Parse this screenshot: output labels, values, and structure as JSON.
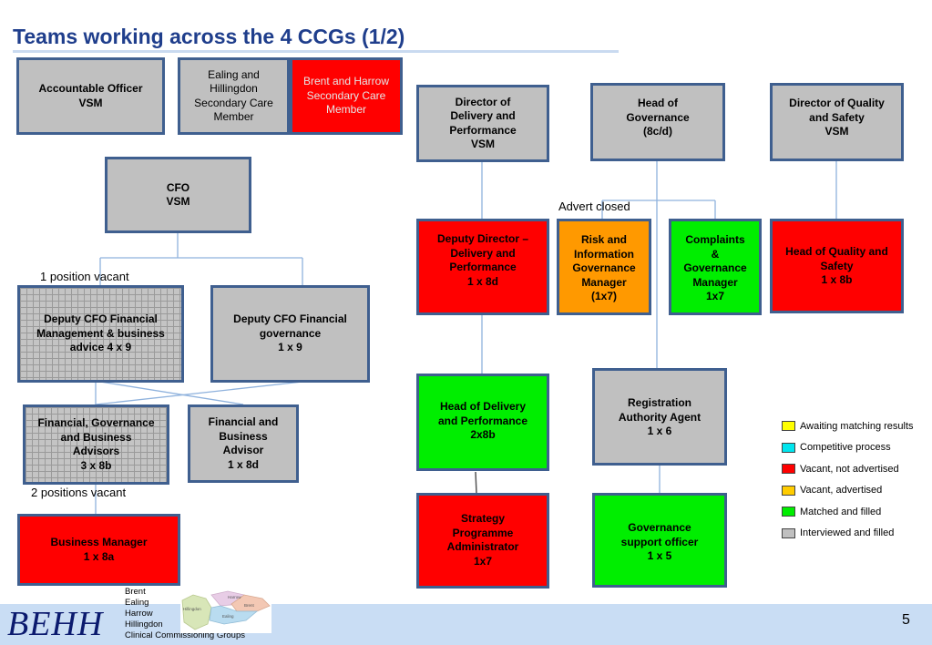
{
  "title": "Teams working across the 4 CCGs (1/2)",
  "boxes": {
    "accountable_officer": "Accountable Officer\nVSM",
    "ealing_hillingdon": "Ealing and\nHillingdon\nSecondary Care\nMember",
    "brent_harrow": "Brent and Harrow\nSecondary Care\nMember",
    "cfo": "CFO\nVSM",
    "deputy_cfo_mgmt": "Deputy CFO Financial\nManagement &  business\nadvice 4 x 9",
    "deputy_cfo_gov": "Deputy CFO Financial\ngovernance\n1 x 9",
    "fin_gov_advisors": "Financial, Governance\nand Business\nAdvisors\n3 x 8b",
    "fin_business_advisor": "Financial and\nBusiness\nAdvisor\n1 x 8d",
    "business_manager": "Business Manager\n1 x 8a",
    "director_delivery": "Director of\nDelivery and\nPerformance\nVSM",
    "head_governance": "Head of\nGovernance\n(8c/d)",
    "director_quality": "Director of Quality\nand Safety\nVSM",
    "deputy_director_delivery": "Deputy Director –\nDelivery and\nPerformance\n1 x 8d",
    "risk_info_gov": "Risk and\nInformation\nGovernance\nManager\n(1x7)",
    "complaints_gov": "Complaints\n&\nGovernance\nManager\n1x7",
    "head_quality_safety": "Head of Quality and\nSafety\n1 x 8b",
    "head_delivery_perf": "Head of Delivery\nand Performance\n2x8b",
    "registration_authority": "Registration\nAuthority Agent\n1 x 6",
    "strategy_admin": "Strategy\nProgramme\nAdministrator\n1x7",
    "governance_support": "Governance\nsupport officer\n1 x 5"
  },
  "notes": {
    "position_vacant": "1 position vacant",
    "positions_vacant": "2 positions vacant",
    "advert_closed": "Advert closed"
  },
  "legend": [
    {
      "label": "Awaiting matching results",
      "color": "#ffff00"
    },
    {
      "label": "Competitive process",
      "color": "#00e5ee"
    },
    {
      "label": "Vacant, not advertised",
      "color": "#ff0000"
    },
    {
      "label": "Vacant, advertised",
      "color": "#ffcc00"
    },
    {
      "label": "Matched and filled",
      "color": "#00ee00"
    },
    {
      "label": "Interviewed and filled",
      "color": "#c0c0c0"
    }
  ],
  "footer": {
    "logo_text": "BEHH",
    "ccg_list": [
      "Brent",
      "Ealing",
      "Harrow",
      "Hillingdon",
      "Clinical Commissioning Groups"
    ],
    "map_labels": [
      "Harrow",
      "Brent",
      "Hillingdon",
      "Ealing"
    ],
    "page_number": "5"
  }
}
